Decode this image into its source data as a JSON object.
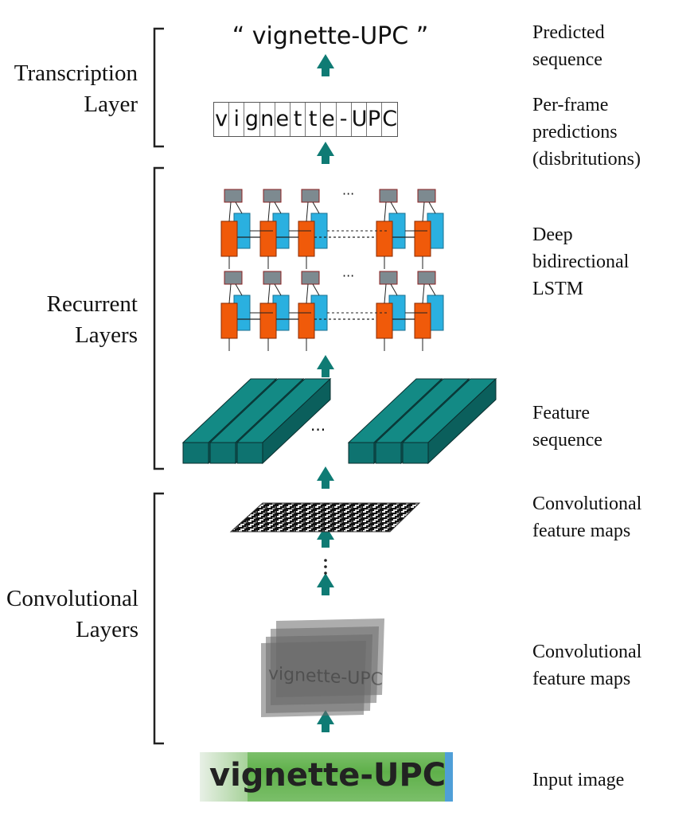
{
  "left_labels": {
    "transcription": [
      "Transcription",
      "Layer"
    ],
    "recurrent": [
      "Recurrent",
      "Layers"
    ],
    "convolutional": [
      "Convolutional",
      "Layers"
    ]
  },
  "right_labels": {
    "predicted_sequence": [
      "Predicted",
      "sequence"
    ],
    "per_frame": [
      "Per-frame",
      "predictions",
      "(disbritutions)"
    ],
    "lstm": [
      "Deep",
      "bidirectional",
      "LSTM"
    ],
    "feature_sequence": [
      "Feature",
      "sequence"
    ],
    "conv_maps_top": [
      "Convolutional",
      "feature maps"
    ],
    "conv_maps_bottom": [
      "Convolutional",
      "feature maps"
    ],
    "input_image": [
      "Input image"
    ]
  },
  "predicted_text": "“ vignette-UPC ”",
  "frame_chars": [
    "v",
    "i",
    "g",
    "n",
    "e",
    "t",
    "t",
    "e",
    "-",
    "U",
    "P",
    "C"
  ],
  "input_image_text": "vignette-UPC",
  "stack_text": "vignette-UPC",
  "ellipsis": "···",
  "colors": {
    "arrow": "#0f7b74",
    "feature_block": "#0e7370",
    "lstm_forward": "#f05a0a",
    "lstm_backward": "#2ab0e0",
    "output_node": "#7d8a90",
    "bracket": "#222222"
  }
}
